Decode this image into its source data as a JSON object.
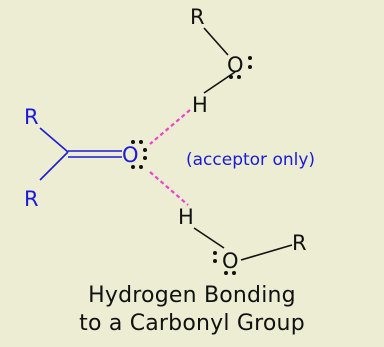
{
  "diagram": {
    "carbonyl": {
      "r_top": "R",
      "r_bottom": "R",
      "oxygen": "O"
    },
    "donor_top": {
      "r": "R",
      "oxygen": "O",
      "hydrogen": "H"
    },
    "donor_bottom": {
      "r": "R",
      "oxygen": "O",
      "hydrogen": "H"
    },
    "annotation": "(acceptor only)",
    "caption_line1": "Hydrogen Bonding",
    "caption_line2": "to a Carbonyl Group",
    "colors": {
      "background": "#ecedd2",
      "carbonyl": "#1a1adb",
      "donor": "#111111",
      "hbond": "#ee44cc"
    }
  }
}
